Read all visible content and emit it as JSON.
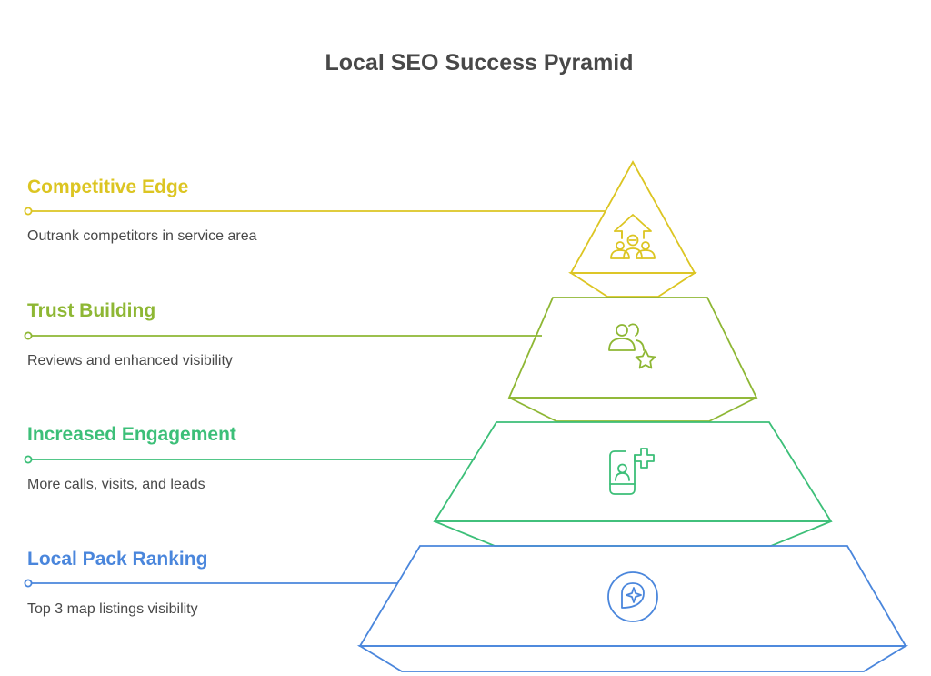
{
  "title": "Local SEO Success Pyramid",
  "levels": [
    {
      "title": "Competitive Edge",
      "description": "Outrank competitors in service area",
      "color": "#dcc522",
      "icon": "ranking-arrow-people-icon"
    },
    {
      "title": "Trust Building",
      "description": "Reviews and enhanced visibility",
      "color": "#8eb734",
      "icon": "users-star-icon"
    },
    {
      "title": "Increased Engagement",
      "description": "More calls, visits, and leads",
      "color": "#3cbf78",
      "icon": "phone-user-plus-icon"
    },
    {
      "title": "Local Pack Ranking",
      "description": "Top 3 map listings visibility",
      "color": "#4a86dc",
      "icon": "map-pin-sparkle-icon"
    }
  ]
}
